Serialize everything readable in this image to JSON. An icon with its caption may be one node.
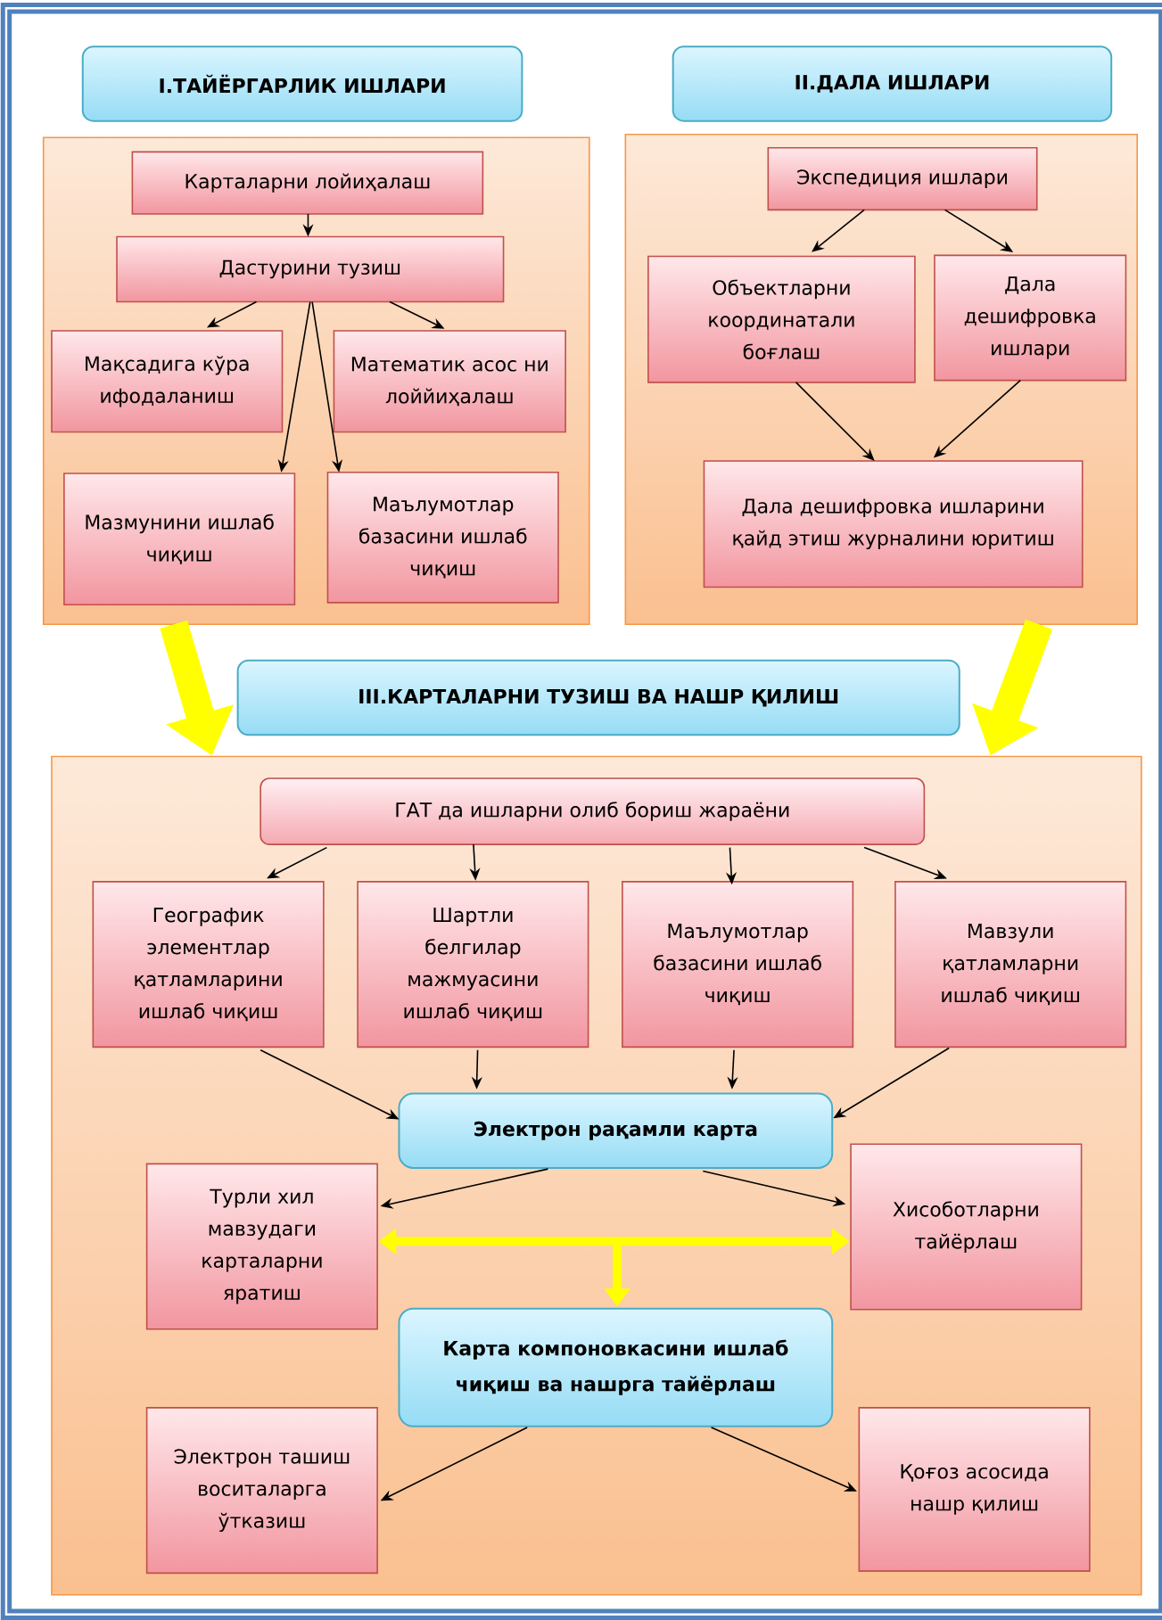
{
  "diagram": {
    "nodes": [
      {
        "text": [
          "I.ТАЙЁРГАРЛИК ИШЛАРИ"
        ]
      },
      {
        "text": [
          "II.ДАЛА ИШЛАРИ"
        ]
      },
      {
        "text": [],
        "shape": "box"
      },
      {
        "text": [
          "Карталарни лойиҳалаш"
        ],
        "in": 2
      },
      {
        "text": [
          "Дастурини тузиш"
        ],
        "in": 2
      },
      {
        "text": [
          "Мақсадига кўра ифодаланиш"
        ],
        "in": 2
      },
      {
        "text": [
          "Математик асос ни лоййиҳалаш"
        ],
        "in": 2
      },
      {
        "text": [
          "Мазмунини ишлаб чиқиш"
        ],
        "in": 2
      },
      {
        "text": [
          "Маълумотлар базасини ишлаб чиқиш"
        ],
        "in": 2
      },
      {
        "text": [],
        "shape": "box"
      },
      {
        "text": [
          "Экспедиция ишлари"
        ],
        "in": 9
      },
      {
        "text": [
          "Объектларни координатали боғлаш"
        ],
        "in": 9
      },
      {
        "text": [
          "Дала дешифровка ишлари"
        ],
        "in": 9
      },
      {
        "text": [
          "Дала дешифровка ишларини қайд этиш журналини юритиш"
        ],
        "in": 9
      },
      {
        "text": [
          "III.КАРТАЛАРНИ ТУЗИШ ВА НАШР ҚИЛИШ"
        ]
      },
      {
        "text": [],
        "shape": "box"
      },
      {
        "text": [
          "ГАТ да ишларни олиб бориш жараёни"
        ],
        "in": 15
      },
      {
        "text": [
          "Географик элементлар қатламларини ишлаб чиқиш"
        ],
        "in": 15
      },
      {
        "text": [
          "Шартли белгилар мажмуасини ишлаб чиқиш"
        ],
        "in": 15
      },
      {
        "text": [
          "Маълумотлар базасини ишлаб чиқиш"
        ],
        "in": 15
      },
      {
        "text": [
          "Мавзули қатламларни ишлаб чиқиш"
        ],
        "in": 15
      },
      {
        "text": [
          "Электрон рақамли карта"
        ],
        "in": 15
      },
      {
        "text": [
          "Турли хил мавзудаги карталарни яратиш"
        ],
        "in": 15
      },
      {
        "text": [
          "Хисоботларни тайёрлаш"
        ],
        "in": 15
      },
      {
        "text": [
          "Карта компоновкасини ишлаб чиқиш ва нашрга тайёрлаш"
        ],
        "in": 15
      },
      {
        "text": [
          "Электрон ташиш воситаларга ўтказиш"
        ],
        "in": 15
      },
      {
        "text": [
          "Қоғоз асосида нашр қилиш"
        ],
        "in": 15
      }
    ],
    "edges": [
      {
        "from": 3,
        "to": 4,
        "arrow": "to"
      },
      {
        "from": 4,
        "to": 5,
        "arrow": "to"
      },
      {
        "from": 4,
        "to": 6,
        "arrow": "to"
      },
      {
        "from": 4,
        "to": 7,
        "arrow": "to"
      },
      {
        "from": 4,
        "to": 8,
        "arrow": "to"
      },
      {
        "from": 10,
        "to": 11,
        "arrow": "to"
      },
      {
        "from": 10,
        "to": 12,
        "arrow": "to"
      },
      {
        "from": 11,
        "to": 13,
        "arrow": "to"
      },
      {
        "from": 12,
        "to": 13,
        "arrow": "to"
      },
      {
        "from": 2,
        "to": 15,
        "arrow": "to",
        "style": "thick",
        "color": "#ffff00"
      },
      {
        "from": 9,
        "to": 15,
        "arrow": "to",
        "style": "thick",
        "color": "#ffff00"
      },
      {
        "from": 16,
        "to": 17,
        "arrow": "to"
      },
      {
        "from": 16,
        "to": 18,
        "arrow": "to"
      },
      {
        "from": 16,
        "to": 19,
        "arrow": "to"
      },
      {
        "from": 16,
        "to": 20,
        "arrow": "to"
      },
      {
        "from": 17,
        "to": 21,
        "arrow": "to"
      },
      {
        "from": 18,
        "to": 21,
        "arrow": "to"
      },
      {
        "from": 19,
        "to": 21,
        "arrow": "to"
      },
      {
        "from": 20,
        "to": 21,
        "arrow": "to"
      },
      {
        "from": 21,
        "to": 22,
        "arrow": "to"
      },
      {
        "from": 21,
        "to": 23,
        "arrow": "to"
      },
      {
        "from": 22,
        "to": 23,
        "arrow": "both",
        "style": "thick",
        "color": "#ffff00"
      },
      {
        "from": null,
        "to": 24,
        "arrow": "to",
        "style": "thick",
        "color": "#ffff00"
      },
      {
        "from": 24,
        "to": 25,
        "arrow": "to"
      },
      {
        "from": 24,
        "to": 26,
        "arrow": "to"
      }
    ]
  }
}
